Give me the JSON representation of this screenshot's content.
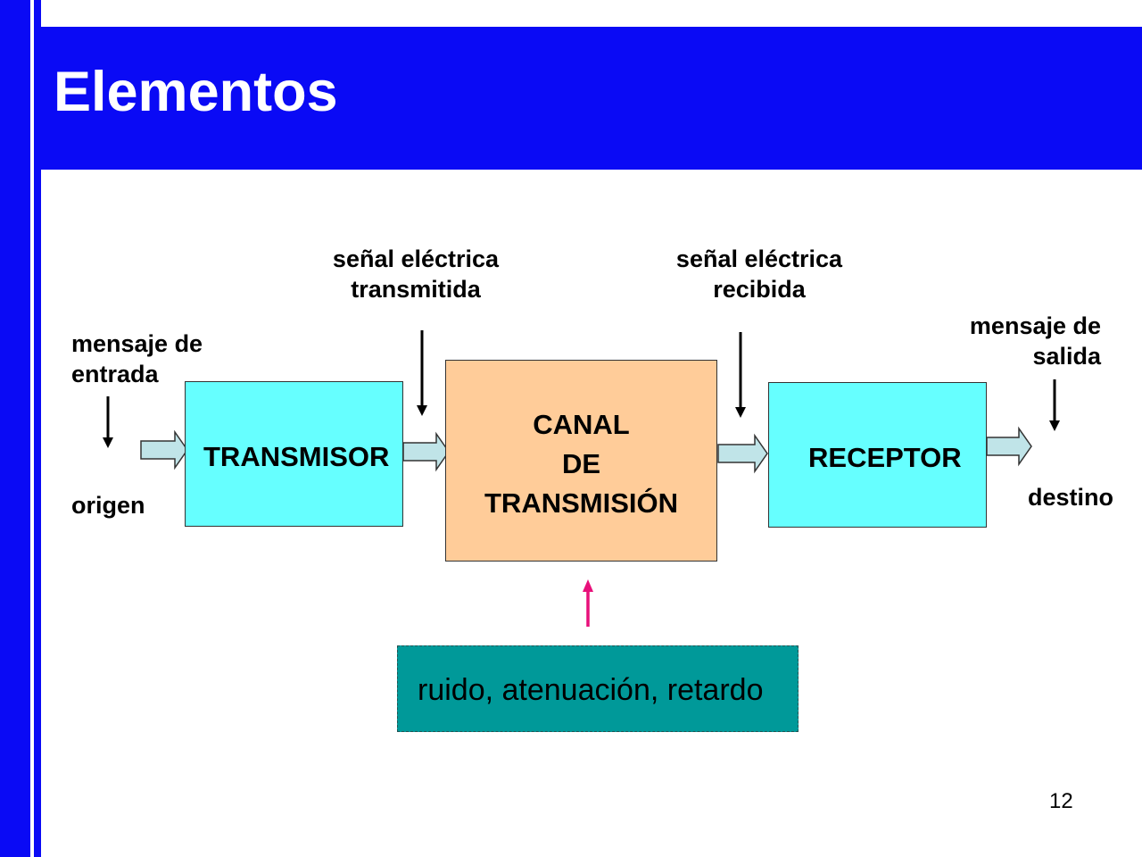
{
  "theme": {
    "primary_blue": "#0A0AF5",
    "box_cyan": "#66FFFF",
    "box_peach": "#FFCC99",
    "box_teal": "#009999",
    "arrow_fill": "#C0E4E8",
    "noise_arrow": "#E8107A"
  },
  "slide": {
    "title": "Elementos",
    "page_number": "12"
  },
  "labels": {
    "input_message": [
      "mensaje de",
      "entrada"
    ],
    "origin": "origen",
    "transmitted_signal": [
      "señal eléctrica",
      "transmitida"
    ],
    "received_signal": [
      "señal eléctrica",
      "recibida"
    ],
    "output_message": [
      "mensaje de",
      "salida"
    ],
    "destination": "destino"
  },
  "blocks": {
    "transmitter": "TRANSMISOR",
    "channel": [
      "CANAL",
      "DE",
      "TRANSMISIÓN"
    ],
    "receiver": "RECEPTOR",
    "noise": "ruido, atenuación, retardo"
  },
  "icons": {
    "flow_arrow": "block-arrow-right-icon",
    "signal_arrow": "arrow-down-icon",
    "noise_arrow": "arrow-up-icon"
  }
}
